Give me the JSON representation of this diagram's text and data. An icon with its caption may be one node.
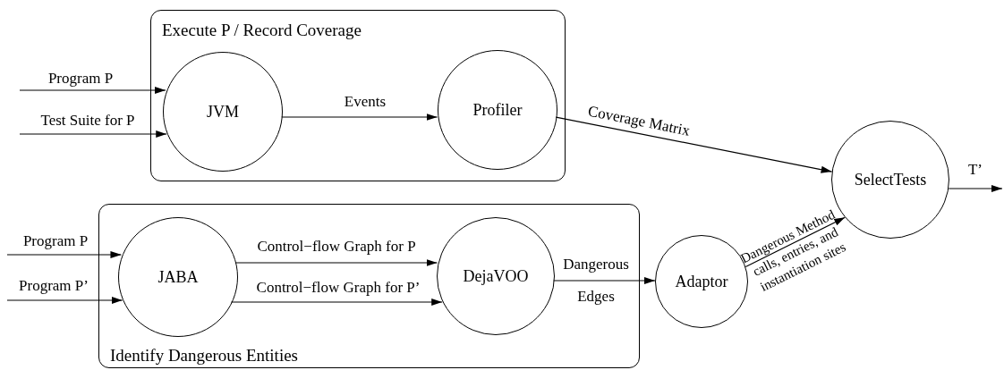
{
  "diagram": {
    "nodes": [
      {
        "text": [
          "Execute P / Record Coverage"
        ]
      },
      {
        "text": [
          "JVM"
        ],
        "in": 0
      },
      {
        "text": [
          "Profiler"
        ],
        "in": 0
      },
      {
        "text": [
          "SelectTests"
        ]
      },
      {
        "text": [
          "Identify Dangerous Entities"
        ]
      },
      {
        "text": [
          "JABA"
        ],
        "in": 4
      },
      {
        "text": [
          "DejaVOO"
        ],
        "in": 4
      },
      {
        "text": [
          "Adaptor"
        ]
      }
    ],
    "edges": [
      {
        "from": null,
        "to": 1,
        "arrow": "to",
        "label": "Program P"
      },
      {
        "from": null,
        "to": 1,
        "arrow": "to",
        "label": "Test Suite for P"
      },
      {
        "from": 1,
        "to": 2,
        "arrow": "to",
        "label": "Events"
      },
      {
        "from": 2,
        "to": 3,
        "arrow": "to",
        "label": "Coverage Matrix"
      },
      {
        "from": 3,
        "to": null,
        "arrow": "to",
        "label": "T’"
      },
      {
        "from": null,
        "to": 5,
        "arrow": "to",
        "label": "Program P"
      },
      {
        "from": null,
        "to": 5,
        "arrow": "to",
        "label": "Program P’"
      },
      {
        "from": 5,
        "to": 6,
        "arrow": "to",
        "label": "Control−flow Graph for P"
      },
      {
        "from": 5,
        "to": 6,
        "arrow": "to",
        "label": "Control−flow Graph for P’"
      },
      {
        "from": 6,
        "to": 7,
        "arrow": "to",
        "label": "Dangerous Edges"
      },
      {
        "from": 7,
        "to": 3,
        "arrow": "to",
        "label": "Dangerous Method calls, entries, and instantiation sites"
      }
    ]
  }
}
